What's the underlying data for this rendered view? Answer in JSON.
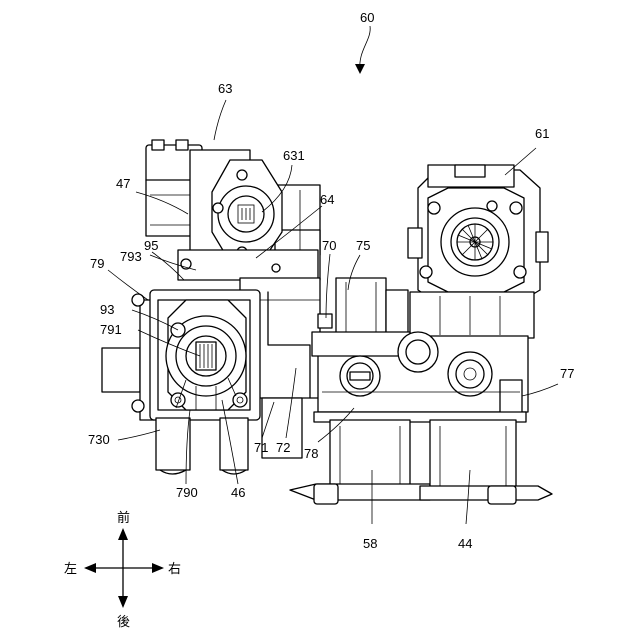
{
  "labels": {
    "l60": "60",
    "l63": "63",
    "l61": "61",
    "l631": "631",
    "l47": "47",
    "l64": "64",
    "l793": "793",
    "l95": "95",
    "l70": "70",
    "l75": "75",
    "l79": "79",
    "l93": "93",
    "l791": "791",
    "l77": "77",
    "l730": "730",
    "l71": "71",
    "l72": "72",
    "l78": "78",
    "l790": "790",
    "l46": "46",
    "l58": "58",
    "l44": "44"
  },
  "directions": {
    "front": "前",
    "back": "後",
    "left": "左",
    "right": "右"
  }
}
